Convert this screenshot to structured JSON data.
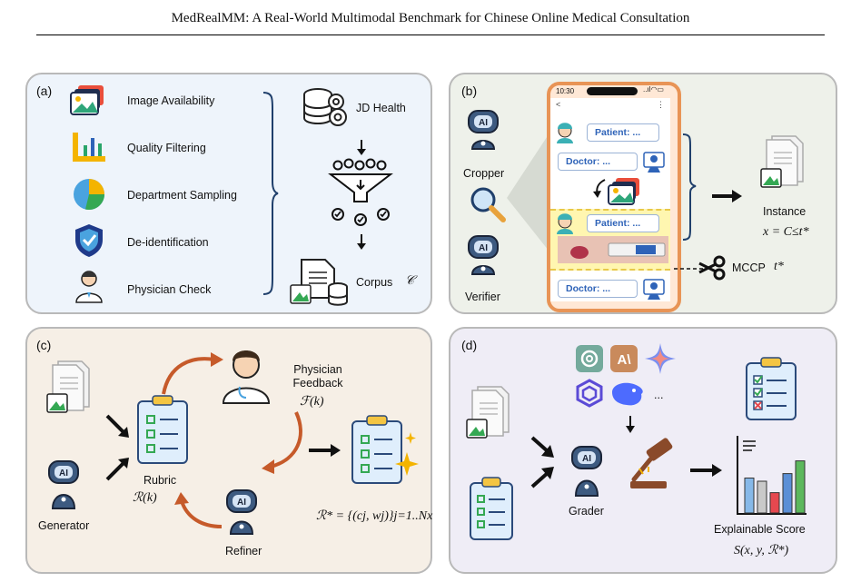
{
  "header": {
    "title": "MedRealMM: A Real-World Multimodal Benchmark for Chinese Online Medical Consultation"
  },
  "panel_a": {
    "label": "(a)",
    "steps": [
      "Image Availability",
      "Quality Filtering",
      "Department Sampling",
      "De-identification",
      "Physician Check"
    ],
    "source": "JD Health",
    "corpus": "Corpus",
    "corpus_symbol": "𝒞"
  },
  "panel_b": {
    "label": "(b)",
    "cropper": "Cropper",
    "verifier": "Verifier",
    "phone_time": "10:30",
    "patient_msg": "Patient: ...",
    "doctor_msg": "Doctor: ...",
    "instance": "Instance",
    "instance_formula": "x = C≤t*",
    "mccp": "MCCP",
    "mccp_symbol": "t*"
  },
  "panel_c": {
    "label": "(c)",
    "generator": "Generator",
    "rubric": "Rubric",
    "rubric_symbol": "ℛ(k)",
    "physician_feedback": "Physician Feedback",
    "feedback_symbol": "ℱ(k)",
    "refiner": "Refiner",
    "final_formula": "ℛ* = {(cj, wj)}j=1..Nx"
  },
  "panel_d": {
    "label": "(d)",
    "models_more": "...",
    "grader": "Grader",
    "score": "Explainable Score",
    "score_formula": "S(x, y, ℛ*)",
    "bar_colors": [
      "#86b8e8",
      "#c9c9c9",
      "#e6484f",
      "#5b8fd6",
      "#5cb85c"
    ],
    "bar_values": [
      0.55,
      0.5,
      0.32,
      0.62,
      0.82
    ]
  },
  "colors": {
    "panel_a_bg": "#eef4fb",
    "panel_b_bg": "#eef1ea",
    "panel_c_bg": "#f6efe6",
    "panel_d_bg": "#efedf6",
    "accent_orange": "#c65a2a",
    "phone_orange": "#e89456"
  }
}
